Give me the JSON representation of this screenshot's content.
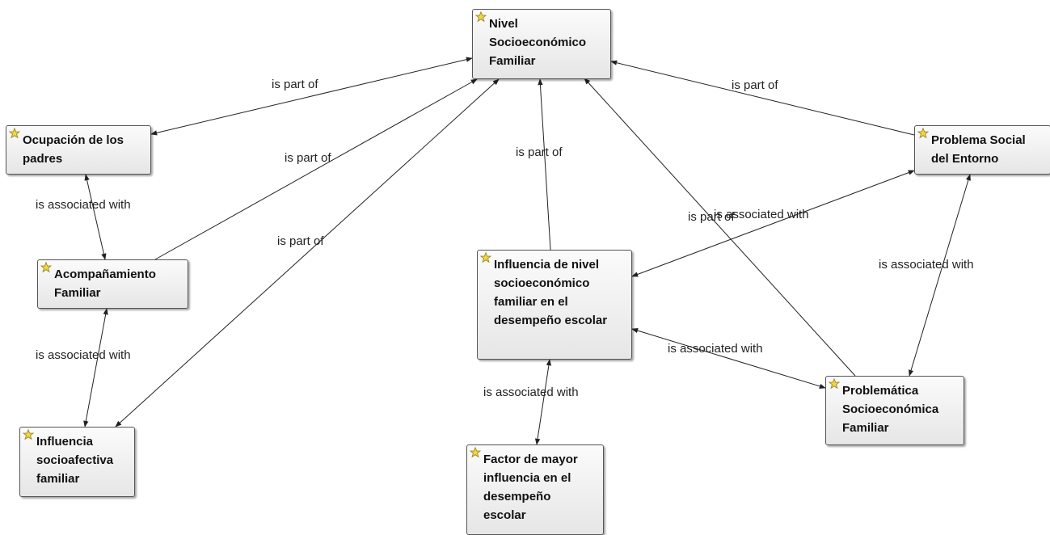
{
  "colors": {
    "node_border": "#555555",
    "node_fill_top": "#fbfbfb",
    "node_fill_bottom": "#e6e6e6",
    "edge": "#222222",
    "concept_icon": "#f2d648"
  },
  "icon": "concept-star-icon",
  "nodes": [
    {
      "id": "n1",
      "label": "Nivel Socioeconómico Familiar"
    },
    {
      "id": "n2",
      "label": "Ocupación de los padres"
    },
    {
      "id": "n3",
      "label": "Problema Social del Entorno"
    },
    {
      "id": "n4",
      "label": "Acompañamiento Familiar"
    },
    {
      "id": "n5",
      "label": "Influencia de nivel socioeconómico familiar en el desempeño escolar"
    },
    {
      "id": "n6",
      "label": "Influencia socioafectiva familiar"
    },
    {
      "id": "n7",
      "label": "Problemática Socioeconómica Familiar"
    },
    {
      "id": "n8",
      "label": "Factor de mayor influencia en el desempeño escolar"
    }
  ],
  "edges": [
    {
      "id": "e1",
      "label": "is part of"
    },
    {
      "id": "e2",
      "label": "is part of"
    },
    {
      "id": "e3",
      "label": "is part of"
    },
    {
      "id": "e4",
      "label": "is part of"
    },
    {
      "id": "e5",
      "label": "is part of"
    },
    {
      "id": "e6",
      "label": "is part of"
    },
    {
      "id": "e7",
      "label": "is associated with"
    },
    {
      "id": "e8",
      "label": "is associated with"
    },
    {
      "id": "e9",
      "label": "is associated with"
    },
    {
      "id": "e10",
      "label": "is associated with"
    },
    {
      "id": "e11",
      "label": "is associated with"
    },
    {
      "id": "e12",
      "label": "is associated with"
    }
  ]
}
